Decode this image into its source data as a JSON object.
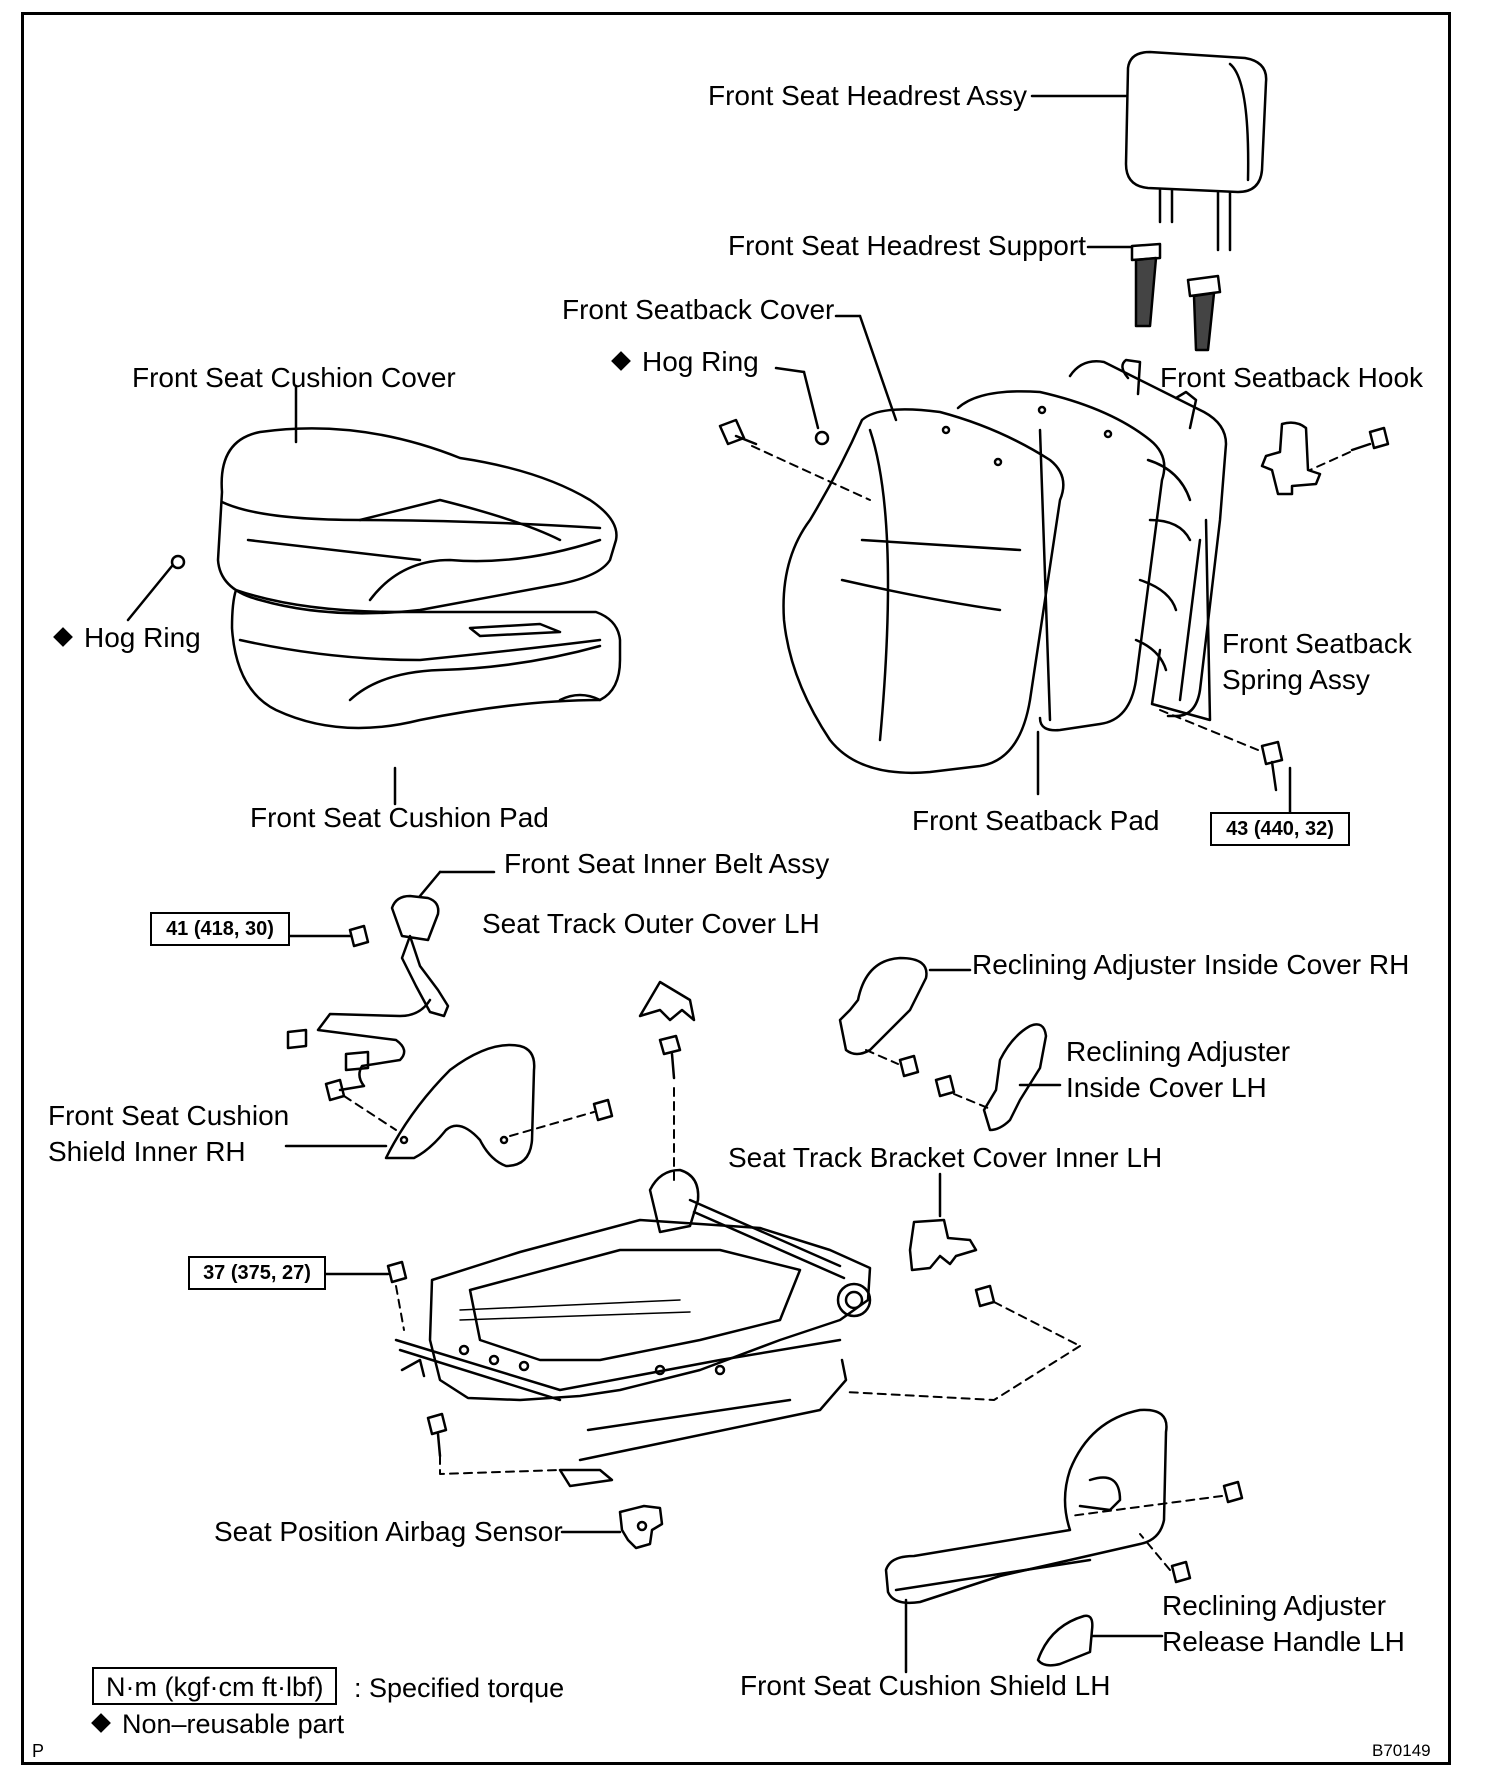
{
  "labels": {
    "headrest_assy": "Front Seat Headrest Assy",
    "headrest_support": "Front Seat Headrest Support",
    "seatback_cover": "Front Seatback Cover",
    "hog_ring": "Hog Ring",
    "seatback_hook": "Front Seatback Hook",
    "cushion_cover": "Front Seat Cushion Cover",
    "spring_assy_l1": "Front Seatback",
    "spring_assy_l2": "Spring Assy",
    "cushion_pad": "Front Seat Cushion Pad",
    "seatback_pad": "Front Seatback Pad",
    "inner_belt": "Front Seat Inner Belt Assy",
    "track_outer_cover": "Seat Track Outer Cover LH",
    "recl_inside_rh": "Reclining Adjuster Inside Cover RH",
    "recl_inside_lh_l1": "Reclining Adjuster",
    "recl_inside_lh_l2": "Inside Cover LH",
    "shield_inner_rh_l1": "Front Seat Cushion",
    "shield_inner_rh_l2": "Shield Inner RH",
    "track_bracket_cover": "Seat Track Bracket Cover Inner LH",
    "airbag_sensor": "Seat Position Airbag Sensor",
    "release_handle_l1": "Reclining Adjuster",
    "release_handle_l2": "Release Handle LH",
    "shield_lh": "Front Seat Cushion Shield LH"
  },
  "torque": {
    "t43": "43 (440, 32)",
    "t41": "41 (418, 30)",
    "t37": "37 (375, 27)"
  },
  "legend": {
    "torque_unit": "N·m (kgf·cm ft·lbf)",
    "torque_text": ": Specified torque",
    "nonreusable_text": "Non–reusable part"
  },
  "corner": {
    "left": "P",
    "right": "B70149"
  }
}
